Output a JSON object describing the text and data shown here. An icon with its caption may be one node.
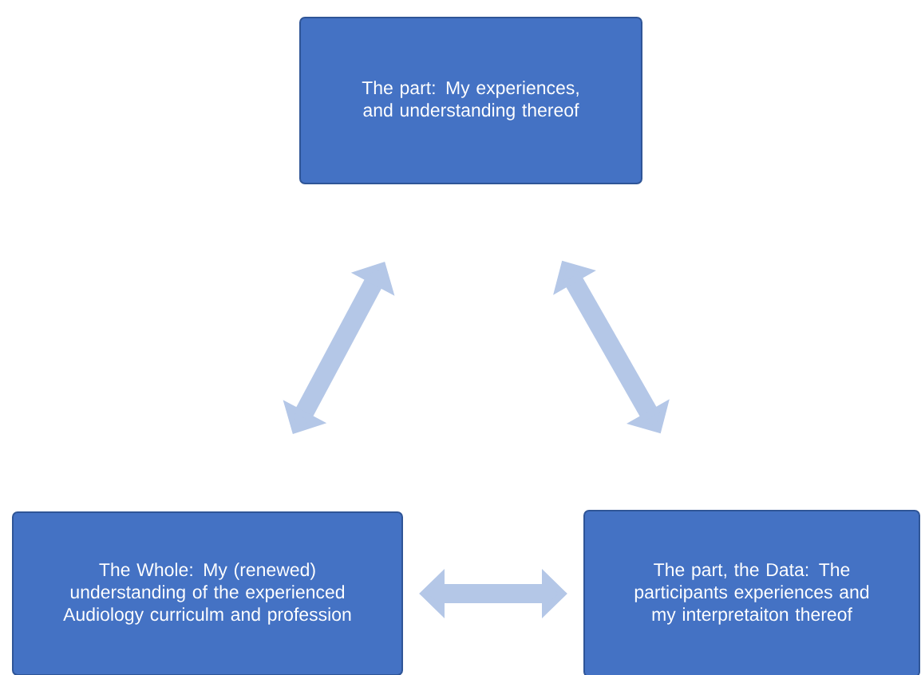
{
  "diagram": {
    "nodes": [
      {
        "text": [
          "The part: My experiences, and understanding thereof"
        ]
      },
      {
        "text": [
          "The Whole: My (renewed) understanding of the experienced Audiology curriculm and profession"
        ]
      },
      {
        "text": [
          "The part, the Data: The participants experiences and my interpretaiton thereof"
        ]
      }
    ],
    "edges": [
      {
        "from": 0,
        "to": 1,
        "arrow": "both"
      },
      {
        "from": 0,
        "to": 2,
        "arrow": "both"
      },
      {
        "from": 1,
        "to": 2,
        "arrow": "both"
      }
    ]
  }
}
